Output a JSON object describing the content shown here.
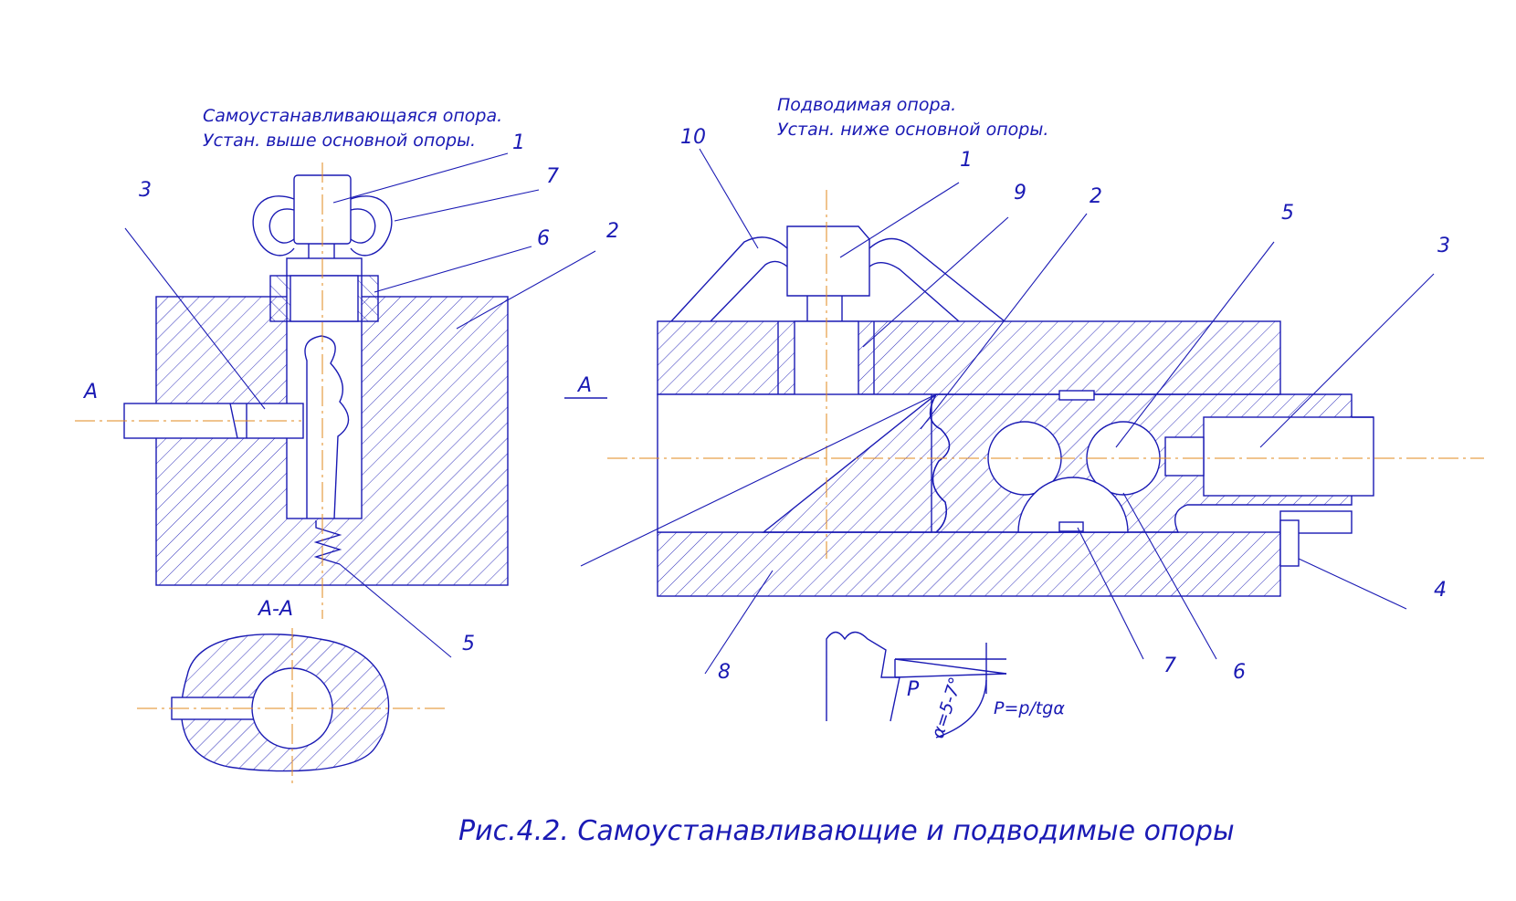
{
  "caption": "Рис.4.2. Самоустанавливающие и подводимые опоры",
  "left_view": {
    "note_line1": "Самоустанавливающаяся опора.",
    "note_line2": "Устан. выше основной опоры.",
    "section_mark": "A",
    "section_title": "А-А",
    "labels": [
      "1",
      "7",
      "6",
      "2",
      "3",
      "5"
    ]
  },
  "right_view": {
    "note_line1": "Подводимая опора.",
    "note_line2": "Устан. ниже основной опоры.",
    "section_mark": "A",
    "labels": [
      "10",
      "1",
      "9",
      "2",
      "5",
      "3",
      "4",
      "8",
      "7",
      "6"
    ],
    "force_label": "P",
    "angle_label": "α=5-7°",
    "formula": "P=p/tgα"
  },
  "colors": {
    "lines": "#1a1ab4",
    "axes": "#e08a1e",
    "background": "#ffffff"
  }
}
